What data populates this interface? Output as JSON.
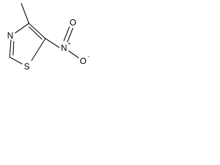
{
  "structure": {
    "atoms": {
      "n3": {
        "symbol": "N"
      },
      "s1": {
        "symbol": "S"
      },
      "n_nitro": {
        "symbol": "N",
        "charge": "+"
      },
      "o_double": {
        "symbol": "O"
      },
      "o_single": {
        "symbol": "O",
        "charge": "-"
      }
    }
  }
}
